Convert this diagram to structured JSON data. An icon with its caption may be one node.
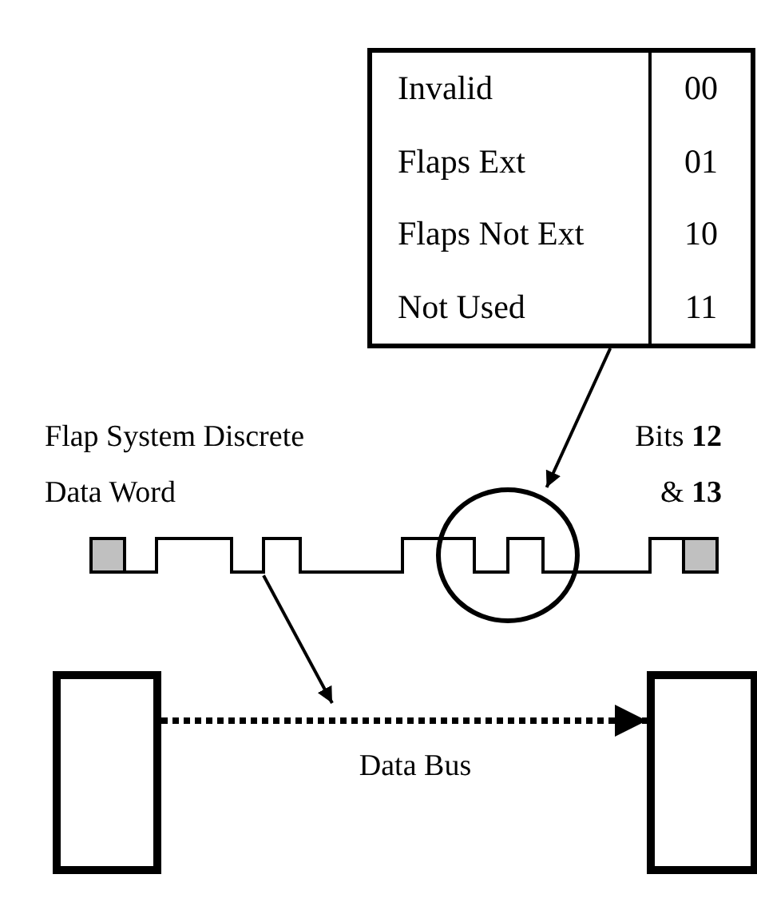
{
  "diagram": {
    "nodes": [
      {
        "text": [
          "Invalid",
          "00",
          "Flaps Ext",
          "01",
          "Flaps Not Ext",
          "10",
          "Not Used",
          "11"
        ]
      },
      {
        "text": [],
        "shape": "circle"
      },
      {
        "text": [],
        "shape": "waveform"
      },
      {
        "text": [],
        "shape": "box"
      },
      {
        "text": [],
        "shape": "box"
      }
    ],
    "edges": [
      {
        "from": 0,
        "to": 1,
        "arrow": "to"
      },
      {
        "from": 2,
        "to": null,
        "arrow": "to"
      },
      {
        "from": 3,
        "to": 4,
        "arrow": "to",
        "label": "Data Bus",
        "style": "dashed"
      }
    ],
    "labels": [
      "Flap System Discrete Data Word",
      "Bits **12** & **13**"
    ]
  }
}
